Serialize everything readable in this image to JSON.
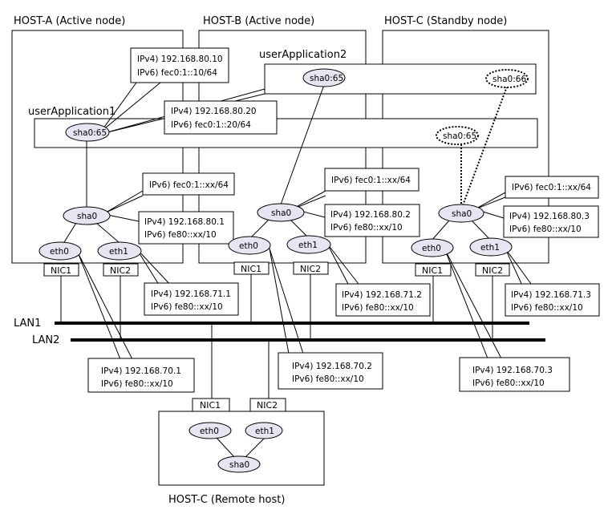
{
  "hosts": {
    "a": "HOST-A (Active node)",
    "b": "HOST-B (Active node)",
    "c": "HOST-C (Standby node)",
    "remote": "HOST-C (Remote host)"
  },
  "apps": {
    "app1": "userApplication1",
    "app2": "userApplication2"
  },
  "lans": {
    "lan1": "LAN1",
    "lan2": "LAN2"
  },
  "nodes": {
    "sha0": "sha0",
    "eth0": "eth0",
    "eth1": "eth1",
    "sha0_65": "sha0:65",
    "sha0_66": "sha0:66",
    "nic1": "NIC1",
    "nic2": "NIC2"
  },
  "addr": {
    "ip1_v4": "IPv4) 192.168.80.10",
    "ip1_v6": "IPv6) fec0:1::10/64",
    "ip2_v4": "IPv4) 192.168.80.20",
    "ip2_v6": "IPv6) fec0:1::20/64",
    "a_sha_v6": "IPv6) fec0:1::xx/64",
    "a_sha_v4": "IPv4) 192.168.80.1",
    "a_sha_ll": "IPv6) fe80::xx/10",
    "b_sha_v6": "IPv6) fec0:1::xx/64",
    "b_sha_v4": "IPv4) 192.168.80.2",
    "b_sha_ll": "IPv6) fe80::xx/10",
    "c_sha_v6": "IPv6) fec0:1::xx/64",
    "c_sha_v4": "IPv4) 192.168.80.3",
    "c_sha_ll": "IPv6) fe80::xx/10",
    "a_eth1_v4": "IPv4) 192.168.71.1",
    "a_eth1_ll": "IPv6) fe80::xx/10",
    "b_eth1_v4": "IPv4) 192.168.71.2",
    "b_eth1_ll": "IPv6) fe80::xx/10",
    "c_eth1_v4": "IPv4) 192.168.71.3",
    "c_eth1_ll": "IPv6) fe80::xx/10",
    "a_eth0_v4": "IPv4) 192.168.70.1",
    "a_eth0_ll": "IPv6) fe80::xx/10",
    "b_eth0_v4": "IPv4) 192.168.70.2",
    "b_eth0_ll": "IPv6) fe80::xx/10",
    "c_eth0_v4": "IPv4) 192.168.70.3",
    "c_eth0_ll": "IPv6) fe80::xx/10"
  }
}
